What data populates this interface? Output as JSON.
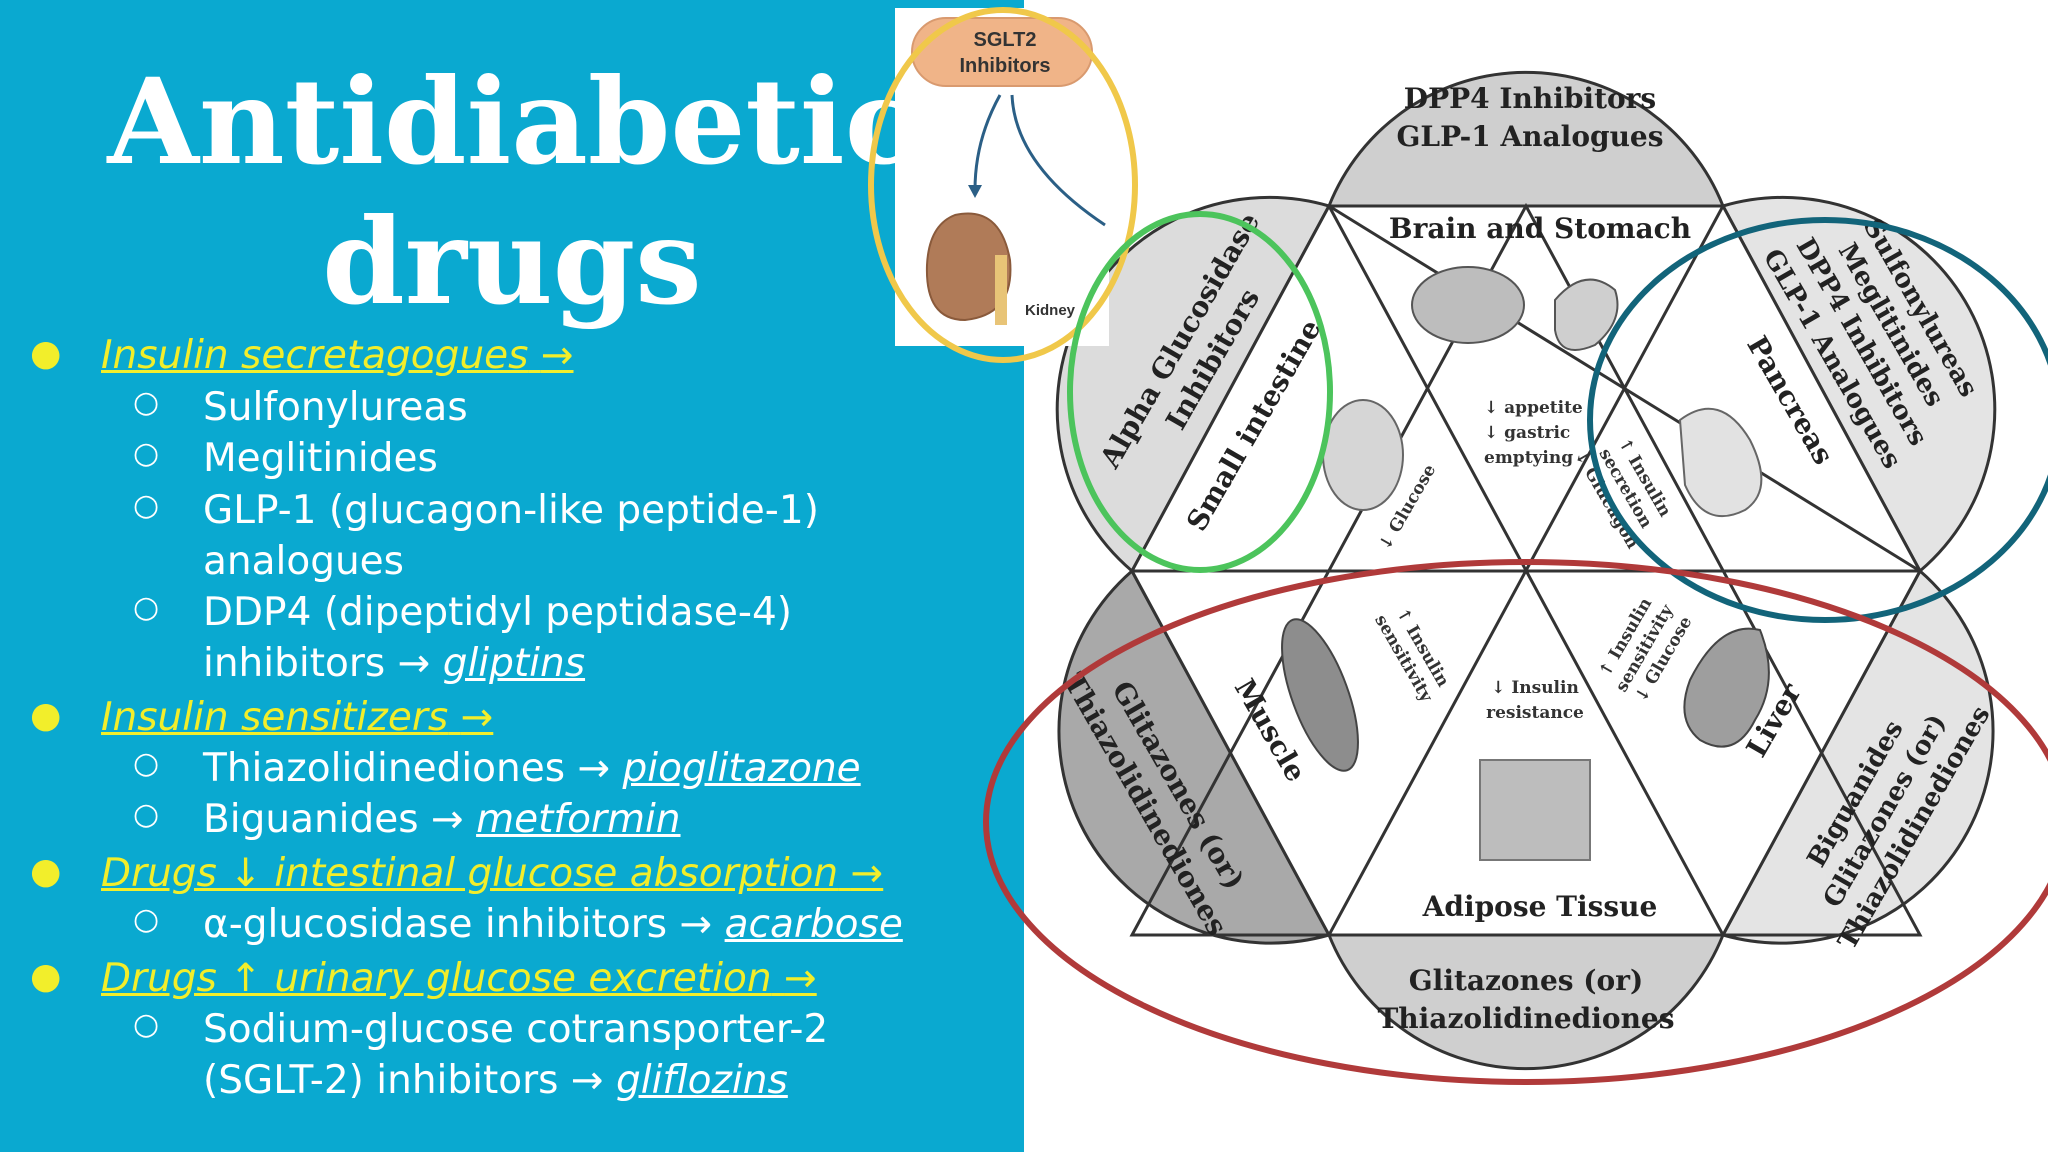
{
  "slide": {
    "title_line1": "Antidiabetic",
    "title_line2": "drugs",
    "colors": {
      "panel": "#0aa9d0",
      "heading": "#f2ee2b",
      "text": "#ffffff"
    }
  },
  "bullets": {
    "b1": {
      "heading": "Insulin secretagogues",
      "arrow": "→",
      "s1": "Sulfonylureas",
      "s2": "Meglitinides",
      "s3a": "GLP-1 (glucagon-like peptide-1)",
      "s3b": "analogues",
      "s4a": "DDP4 (dipeptidyl peptidase-4)",
      "s4b": "inhibitors →",
      "s4ex": "gliptins"
    },
    "b2": {
      "heading": "Insulin sensitizers",
      "arrow": "→",
      "s1": "Thiazolidinediones →",
      "s1ex": "pioglitazone",
      "s2": "Biguanides →",
      "s2ex": "metformin"
    },
    "b3": {
      "heading": "Drugs ↓ intestinal glucose absorption",
      "arrow": "→",
      "s1": "α-glucosidase inhibitors →",
      "s1ex": "acarbose"
    },
    "b4": {
      "heading": "Drugs ↑ urinary glucose excretion",
      "arrow": "→",
      "s1a": "Sodium-glucose cotransporter-2",
      "s1b": "(SGLT-2) inhibitors →",
      "s1ex": "gliflozins"
    }
  },
  "sglt2_panel": {
    "pill_line1": "SGLT2",
    "pill_line2": "Inhibitors",
    "kidney": "Kidney"
  },
  "diagram": {
    "top_cap_1": "DPP4 Inhibitors",
    "top_cap_2": "GLP-1 Analogues",
    "brain": "Brain and Stomach",
    "brain_effect_1": "↓ appetite",
    "brain_effect_2": "↓ gastric",
    "brain_effect_3": "emptying",
    "left_cap_1": "Alpha Glucosidase",
    "left_cap_2": "Inhibitors",
    "small_intestine": "Small intestine",
    "intestine_effect": "↓ Glucose",
    "right_cap_1": "Sulfonylureas",
    "right_cap_2": "Meglitinides",
    "right_cap_3": "DPP4 Inhibitors",
    "right_cap_4": "GLP-1 Analogues",
    "pancreas": "Pancreas",
    "pancreas_effect_1": "↑ Insulin",
    "pancreas_effect_2": "secretion",
    "pancreas_effect_3": "↓ Glucagon",
    "muscle": "Muscle",
    "muscle_effect_1": "↑ Insulin",
    "muscle_effect_2": "sensitivity",
    "bl_cap_1": "Glitazones (or)",
    "bl_cap_2": "Thiazolidinediones",
    "center_1": "↓ Insulin",
    "center_2": "resistance",
    "adipose": "Adipose Tissue",
    "liver": "Liver",
    "liver_effect_1": "↑ Insulin",
    "liver_effect_2": "sensitivity",
    "liver_effect_3": "↓ Glucose",
    "br_cap_1": "Biguanides",
    "br_cap_2": "Glitazones (or)",
    "br_cap_3": "Thiazolidinediones",
    "bottom_cap_1": "Glitazones (or)",
    "bottom_cap_2": "Thiazolidinediones",
    "highlight_colors": {
      "yellow": "#f0c84a",
      "green": "#4cc45c",
      "teal": "#12647a",
      "red": "#b03a3a"
    }
  }
}
